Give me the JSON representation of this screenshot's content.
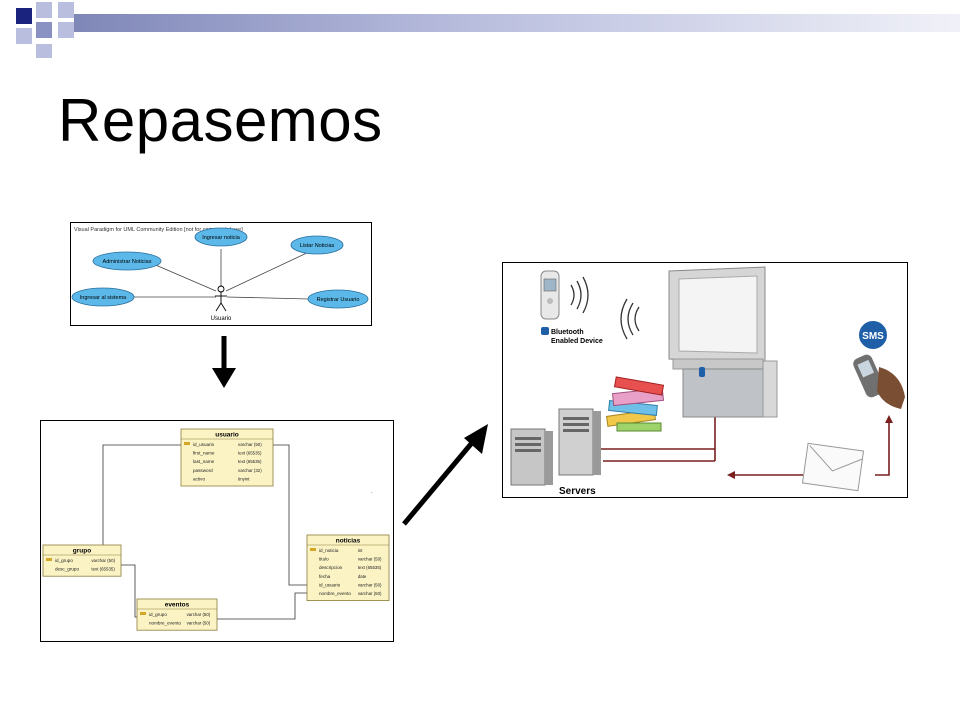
{
  "slide": {
    "title": "Repasemos"
  },
  "usecase": {
    "header": "Visual Paradigm for UML Community Edition [not for commercial use]",
    "actor": "Usuario",
    "cases": [
      "Ingresar noticia",
      "Administrar Noticias",
      "Listar Noticias",
      "Ingresar al sistema",
      "Registrar Usuario"
    ]
  },
  "er": {
    "usuario": {
      "name": "usuario",
      "rows": [
        {
          "field": "id_usuario",
          "type": "varchar (50)"
        },
        {
          "field": "first_name",
          "type": "text (65535)"
        },
        {
          "field": "last_name",
          "type": "text (65535)"
        },
        {
          "field": "password",
          "type": "varchar (32)"
        },
        {
          "field": "activo",
          "type": "tinyint"
        }
      ]
    },
    "grupo": {
      "name": "grupo",
      "rows": [
        {
          "field": "id_grupo",
          "type": "varchar (50)"
        },
        {
          "field": "desc_grupo",
          "type": "text (65535)"
        }
      ]
    },
    "noticias": {
      "name": "noticias",
      "rows": [
        {
          "field": "id_noticia",
          "type": "int"
        },
        {
          "field": "titulo",
          "type": "varchar (50)"
        },
        {
          "field": "descripcion",
          "type": "text (65535)"
        },
        {
          "field": "fecha",
          "type": "date"
        },
        {
          "field": "id_usuario",
          "type": "varchar (50)"
        },
        {
          "field": "nombre_evento",
          "type": "varchar (50)"
        }
      ]
    },
    "eventos": {
      "name": "eventos",
      "rows": [
        {
          "field": "id_grupo",
          "type": "varchar (50)"
        },
        {
          "field": "nombre_evento",
          "type": "varchar (50)"
        }
      ]
    }
  },
  "system": {
    "bluetooth_line1": "Bluetooth",
    "bluetooth_line2": "Enabled Device",
    "sms": "SMS",
    "servers": "Servers"
  },
  "colors": {
    "accent_navy": "#1a237e",
    "bar_start": "#7f87b8",
    "usecase_fill": "#5bb8e8",
    "table_fill": "#fbf3c4",
    "wire": "#7a1e1e"
  }
}
